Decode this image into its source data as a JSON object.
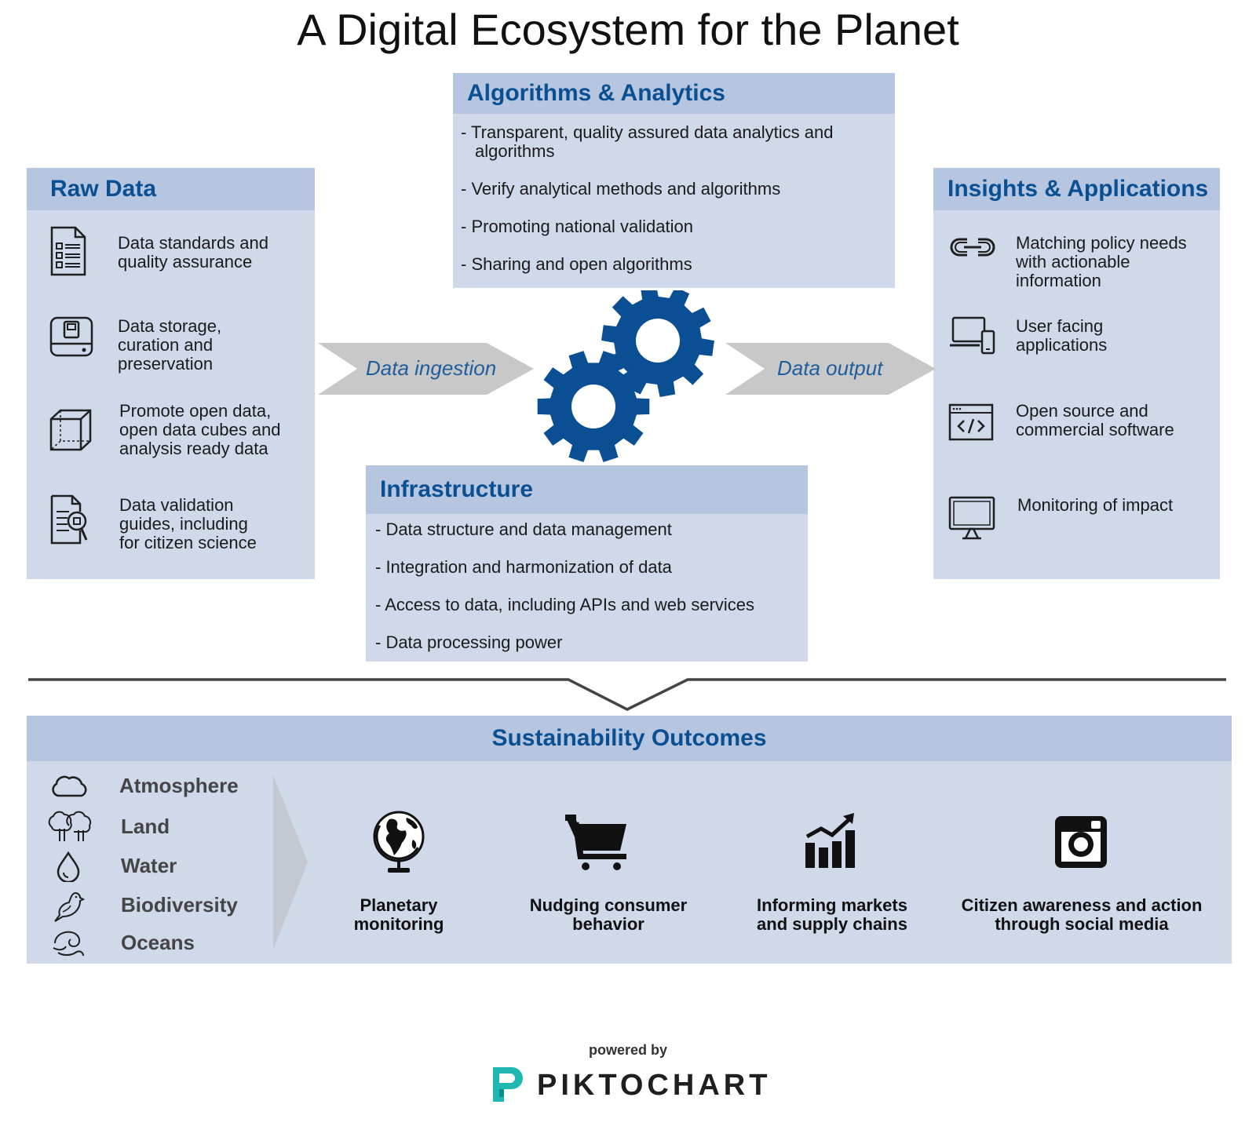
{
  "title": "A Digital Ecosystem for the Planet",
  "colors": {
    "panel_bg": "#cfd9e9",
    "panel_header": "#b6c6e0",
    "heading_blue": "#0b4f93",
    "gear_blue": "#0a4f93",
    "arrow_grey": "#c8c8c8",
    "logo_teal": "#1fb8b0"
  },
  "raw_data": {
    "heading": "Raw Data",
    "items": [
      {
        "icon": "checklist-document-icon",
        "lines": [
          "Data standards and",
          "quality assurance"
        ]
      },
      {
        "icon": "hard-drive-icon",
        "lines": [
          "Data storage,",
          "curation and",
          "preservation"
        ]
      },
      {
        "icon": "data-cube-icon",
        "lines": [
          "Promote open data,",
          "open data cubes and",
          "analysis ready data"
        ]
      },
      {
        "icon": "document-magnifier-icon",
        "lines": [
          "Data validation",
          "guides, including",
          "for citizen science"
        ]
      }
    ]
  },
  "algorithms": {
    "heading": "Algorithms & Analytics",
    "bullets": [
      {
        "lines": [
          "- Transparent, quality assured data analytics and",
          "algorithms"
        ]
      },
      {
        "lines": [
          "- Verify analytical methods and algorithms"
        ]
      },
      {
        "lines": [
          "- Promoting national validation"
        ]
      },
      {
        "lines": [
          "- Sharing and open algorithms"
        ]
      }
    ]
  },
  "insights": {
    "heading": "Insights & Applications",
    "items": [
      {
        "icon": "chain-link-icon",
        "lines": [
          "Matching policy needs",
          "with actionable",
          "information"
        ]
      },
      {
        "icon": "laptop-phone-icon",
        "lines": [
          "User facing",
          "applications"
        ]
      },
      {
        "icon": "code-window-icon",
        "lines": [
          "Open source and",
          "commercial software"
        ]
      },
      {
        "icon": "monitor-icon",
        "lines": [
          "Monitoring of impact"
        ]
      }
    ]
  },
  "infrastructure": {
    "heading": "Infrastructure",
    "bullets": [
      "- Data structure and data management",
      "- Integration and harmonization of data",
      "- Access to data, including APIs and web services",
      "- Data processing power"
    ]
  },
  "flow": {
    "ingestion_label": "Data ingestion",
    "output_label": "Data output",
    "gears_icon": "gears-icon"
  },
  "sustainability": {
    "heading": "Sustainability Outcomes",
    "themes": [
      {
        "icon": "cloud-icon",
        "label": "Atmosphere"
      },
      {
        "icon": "trees-icon",
        "label": "Land"
      },
      {
        "icon": "water-drop-icon",
        "label": "Water"
      },
      {
        "icon": "bird-icon",
        "label": "Biodiversity"
      },
      {
        "icon": "waves-icon",
        "label": "Oceans"
      }
    ],
    "outcomes": [
      {
        "icon": "globe-icon",
        "lines": [
          "Planetary",
          "monitoring"
        ]
      },
      {
        "icon": "shopping-cart-icon",
        "lines": [
          "Nudging consumer",
          "behavior"
        ]
      },
      {
        "icon": "rising-chart-icon",
        "lines": [
          "Informing markets",
          "and supply chains"
        ]
      },
      {
        "icon": "instagram-icon",
        "lines": [
          "Citizen awareness and action",
          "through social media"
        ]
      }
    ]
  },
  "footer": {
    "powered_by": "powered by",
    "brand": "PIKTOCHART",
    "logo_icon": "piktochart-logo-icon"
  }
}
